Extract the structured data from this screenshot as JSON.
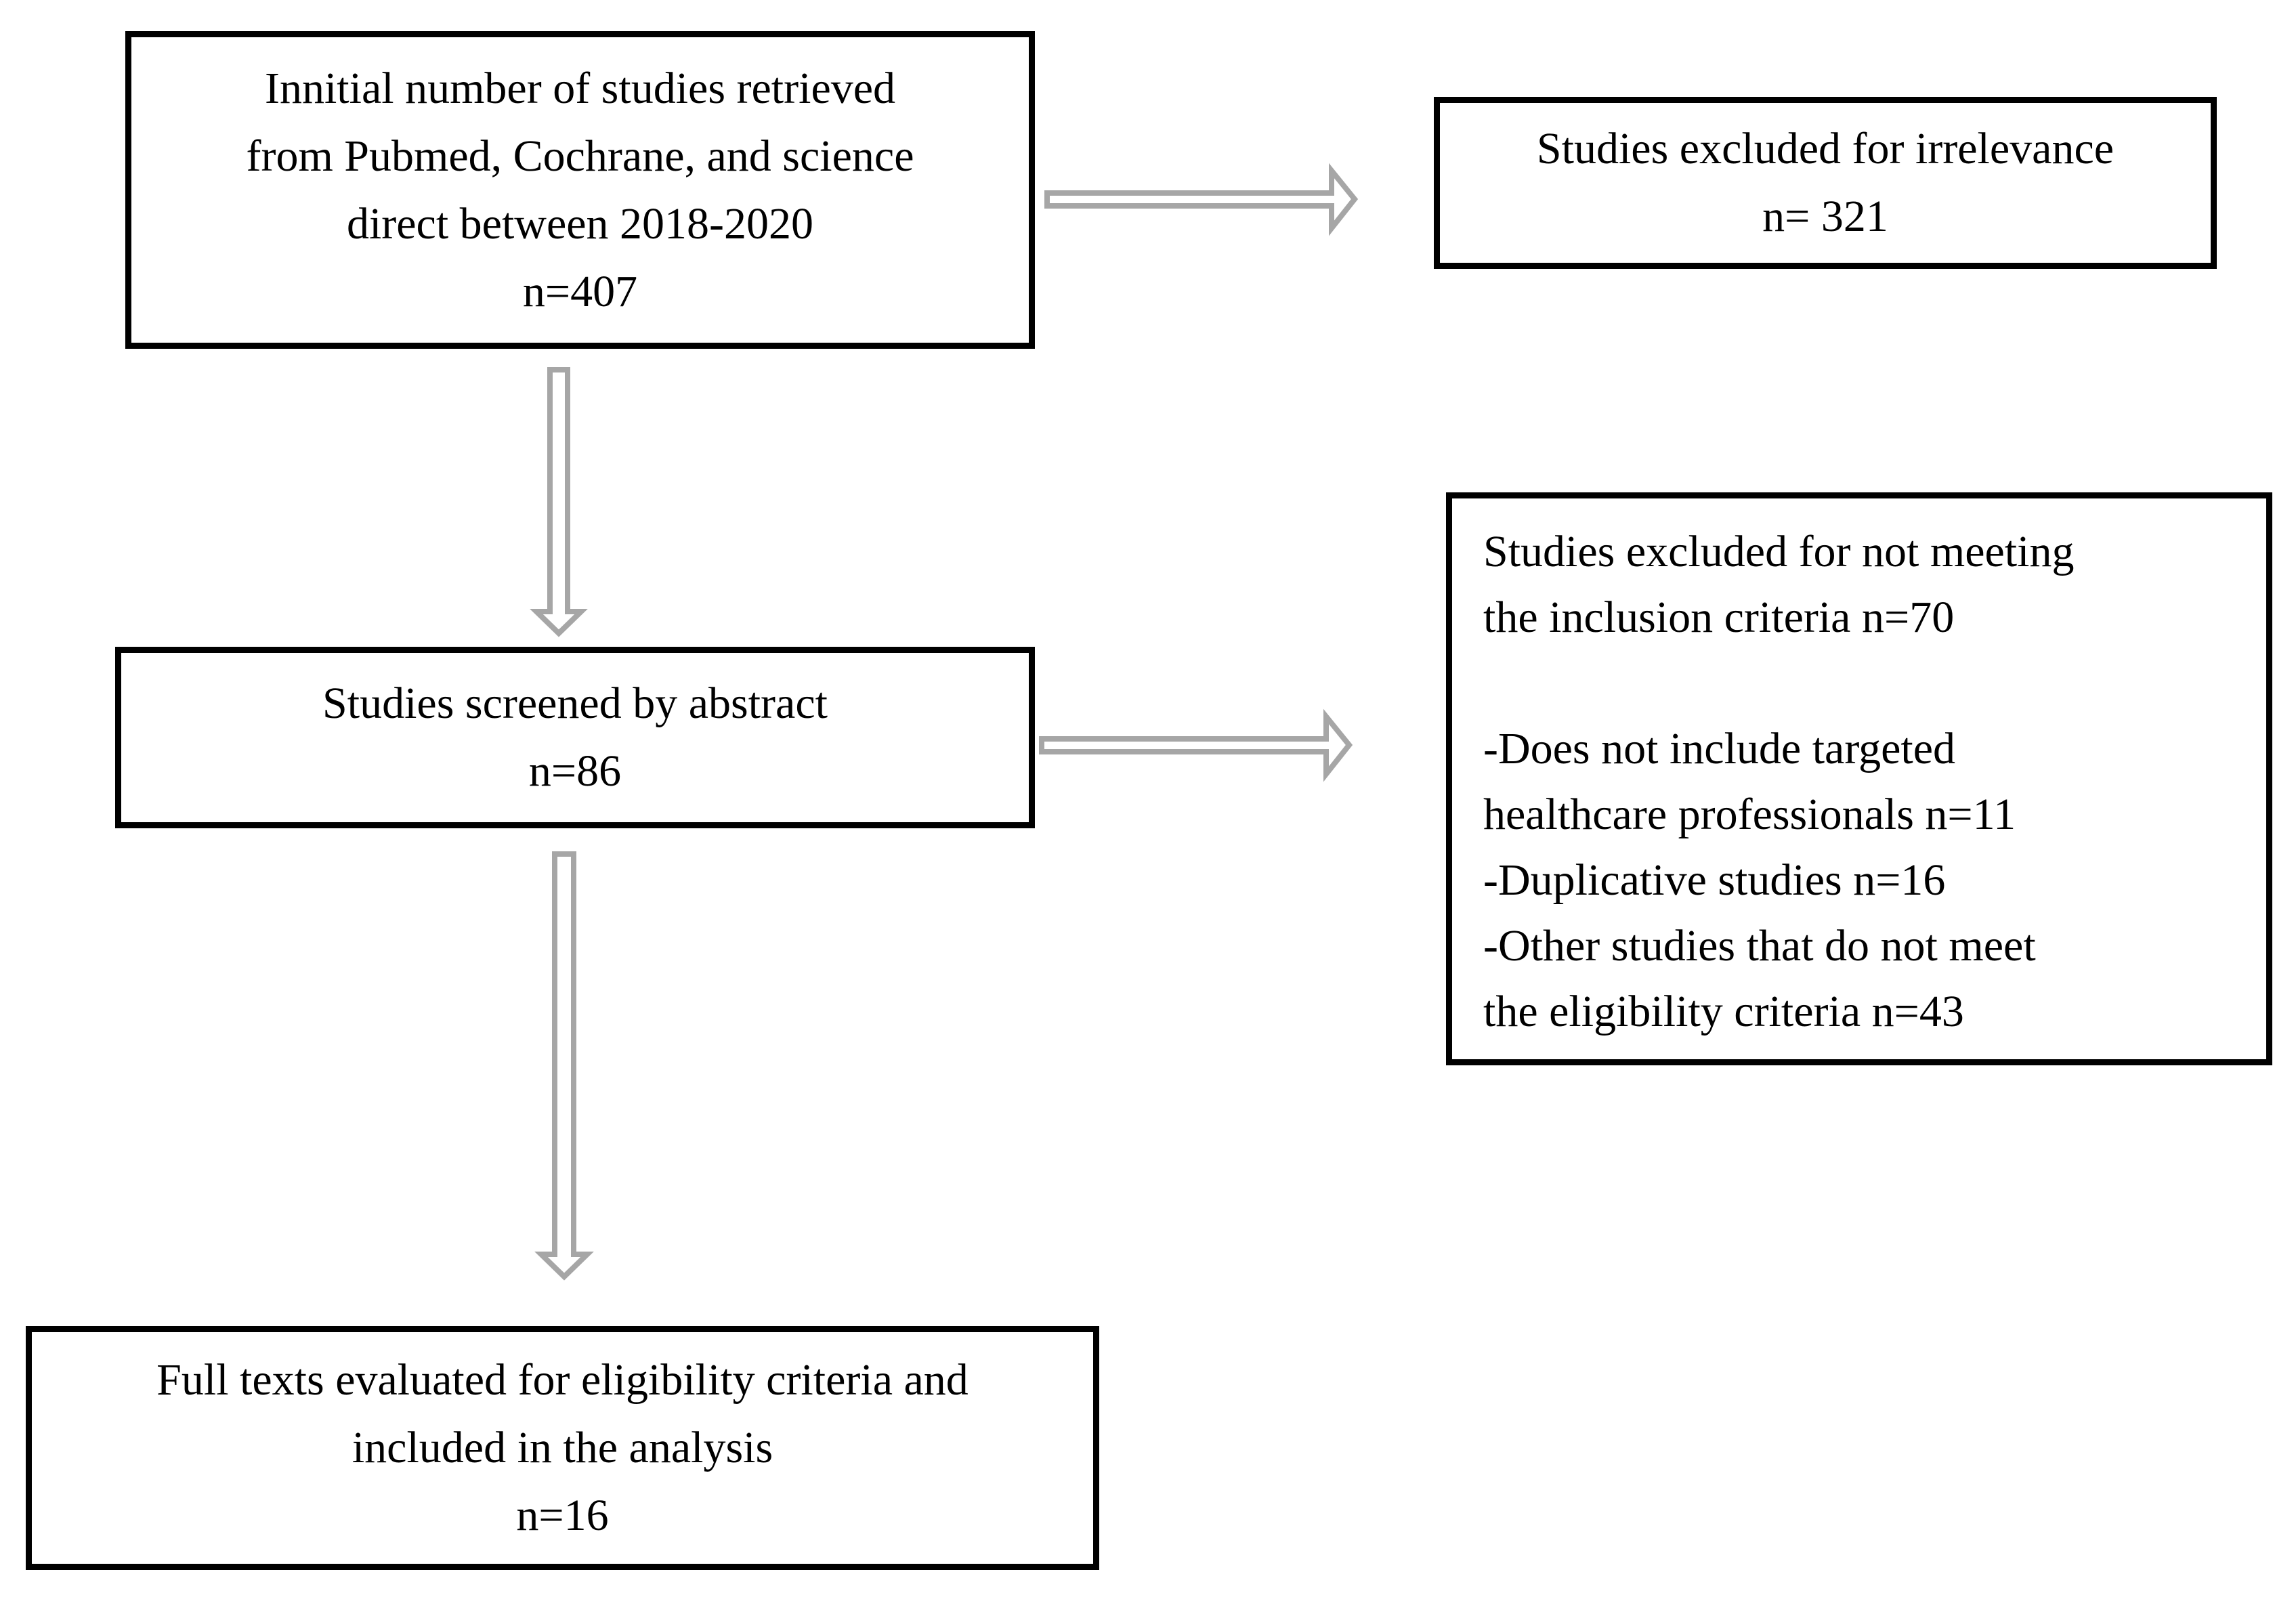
{
  "figure": {
    "background": "#ffffff",
    "box_border_color": "#000000",
    "text_color": "#000000",
    "arrow_color": "#a6a6a6",
    "arrow_fill": "#ffffff"
  },
  "boxes": {
    "initial": {
      "lines": [
        "Innitial number of studies retrieved",
        "from Pubmed, Cochrane, and science",
        "direct between 2018-2020",
        "n=407"
      ]
    },
    "excluded_irrelevance": {
      "lines": [
        "Studies excluded for irrelevance",
        "n= 321"
      ]
    },
    "screened_abstract": {
      "lines": [
        "Studies screened by abstract",
        "n=86"
      ]
    },
    "excluded_inclusion": {
      "lines": [
        "Studies excluded for not meeting",
        "the inclusion criteria n=70",
        "",
        "-Does not include targeted",
        "healthcare professionals n=11",
        "-Duplicative studies n=16",
        "-Other studies that do not meet",
        "the eligibility criteria n=43"
      ]
    },
    "fulltext_included": {
      "lines": [
        "Full texts evaluated for eligibility criteria and",
        "included in the analysis",
        "n=16"
      ]
    }
  },
  "arrows": [
    {
      "from": "initial",
      "to": "excluded_irrelevance",
      "direction": "right"
    },
    {
      "from": "initial",
      "to": "screened_abstract",
      "direction": "down"
    },
    {
      "from": "screened_abstract",
      "to": "excluded_inclusion",
      "direction": "right"
    },
    {
      "from": "screened_abstract",
      "to": "fulltext_included",
      "direction": "down"
    }
  ]
}
